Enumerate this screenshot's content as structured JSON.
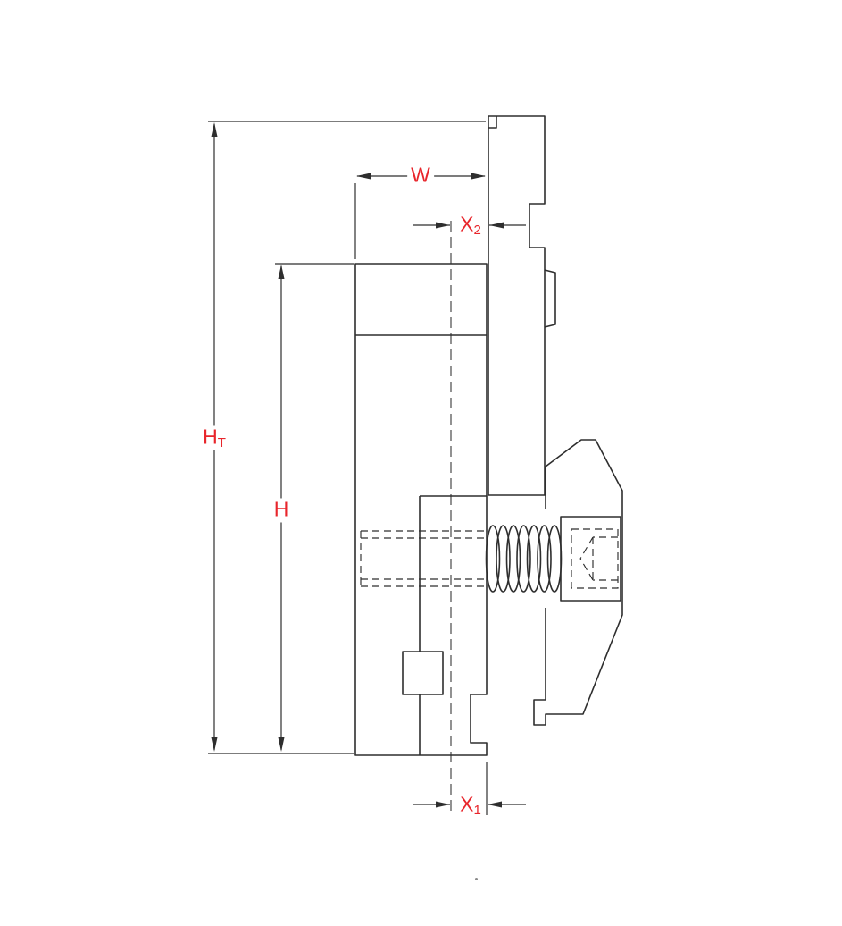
{
  "colors": {
    "dimension_label": "#e8252b",
    "drawing_line": "#2e2e2e",
    "background": "#ffffff"
  },
  "dimensions": {
    "width": {
      "main": "W",
      "sub": ""
    },
    "offset_top": {
      "main": "X",
      "sub": "2"
    },
    "total_height": {
      "main": "H",
      "sub": "T"
    },
    "height": {
      "main": "H",
      "sub": ""
    },
    "offset_bottom": {
      "main": "X",
      "sub": "1"
    }
  }
}
